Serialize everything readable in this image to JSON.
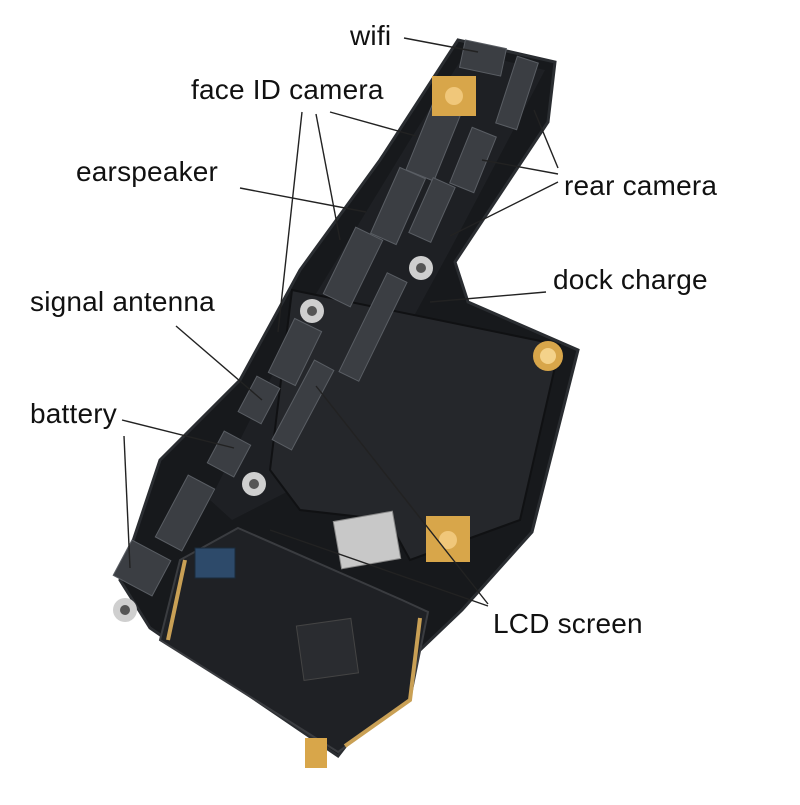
{
  "labels": {
    "wifi": "wifi",
    "face_id_camera": "face ID camera",
    "earspeaker": "earspeaker",
    "rear_camera": "rear camera",
    "dock_charge": "dock charge",
    "signal_antenna": "signal antenna",
    "battery": "battery",
    "lcd_screen": "LCD screen"
  },
  "colors": {
    "background": "#ffffff",
    "board": "#17191c",
    "board_edge": "#2a2d31",
    "shield": "#25272b",
    "connector": "#3b3e43",
    "gold": "#d8a64a",
    "leader_line": "#222222"
  }
}
